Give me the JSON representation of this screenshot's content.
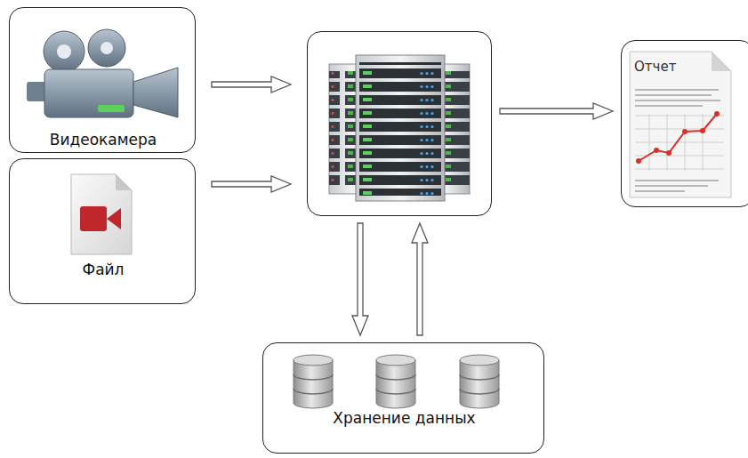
{
  "diagram": {
    "nodes": [
      {
        "text": [
          "Видеокамера"
        ]
      },
      {
        "text": [
          "Файл"
        ]
      },
      {
        "text": []
      },
      {
        "text": [
          "Отчет"
        ]
      },
      {
        "text": [
          "Хранение данных"
        ]
      }
    ],
    "edges": [
      {
        "from": 0,
        "to": 2,
        "arrow": "to"
      },
      {
        "from": 1,
        "to": 2,
        "arrow": "to"
      },
      {
        "from": 2,
        "to": 3,
        "arrow": "to"
      },
      {
        "from": 2,
        "to": 4,
        "arrow": "to"
      },
      {
        "from": 4,
        "to": 2,
        "arrow": "to"
      }
    ]
  }
}
